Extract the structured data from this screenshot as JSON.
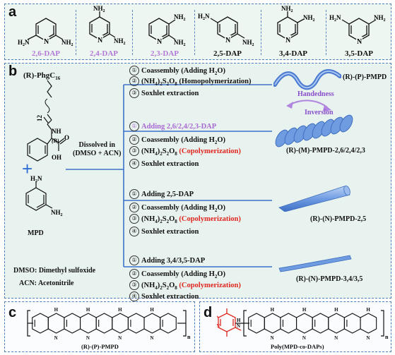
{
  "panel_a": {
    "letter": "a",
    "items": [
      {
        "label": "2,6-DAP",
        "highlight": true
      },
      {
        "label": "2,4-DAP",
        "highlight": true
      },
      {
        "label": "2,3-DAP",
        "highlight": true
      },
      {
        "label": "2,5-DAP",
        "highlight": false
      },
      {
        "label": "3,4-DAP",
        "highlight": false
      },
      {
        "label": "3,5-DAP",
        "highlight": false
      }
    ],
    "nh2": "NH",
    "n": "N",
    "sub2": "2"
  },
  "panel_b": {
    "letter": "b",
    "reagent_prefix": "(R)",
    "reagent_name": "-PhgC",
    "reagent_sub": "16",
    "chain_label": "12",
    "chiral_label": "(R)",
    "nh": "NH",
    "oh": "OH",
    "o": "O",
    "plus": "+",
    "mpd_label": "MPD",
    "dissolved_line1": "Dissolved in",
    "dissolved_line2": "(DMSO + ACN)",
    "dmso_def": "DMSO: Dimethyl sulfoxide",
    "acn_def": "ACN: Acetonitrile",
    "handedness": "Handedness",
    "inversion": "Inversion",
    "branch1": {
      "s1": "Coassembly (Adding H",
      "s1b": "O)",
      "s2a": "(NH",
      "s2b": ")",
      "s2c": "S",
      "s2d": "O",
      "s2e": " (Homopolymerization)",
      "s3": "Soxhlet extraction",
      "product": "(R)-(P)-PMPD"
    },
    "branch2": {
      "s1": "Adding 2,6/2,4/2,3-DAP",
      "s2": "Coassembly (Adding H",
      "s2b": "O)",
      "s3a": "(NH",
      "s3b": ")",
      "s3c": "S",
      "s3d": "O",
      "s3e": "(Copolymerization)",
      "s4": "Soxhlet extraction",
      "product": "(R)-(M)-PMPD-2,6/2,4/2,3"
    },
    "branch3": {
      "s1": "Adding 2,5-DAP",
      "s2": "Coassembly (Adding H",
      "s2b": "O)",
      "s3a": "(NH",
      "s3b": ")",
      "s3c": "S",
      "s3d": "O",
      "s3e": "(Copolymerization)",
      "s4": "Soxhlet extraction",
      "product": "(R)-(N)-PMPD-2,5"
    },
    "branch4": {
      "s1": "Adding 3,4/3,5-DAP",
      "s2": "Coassembly (Adding H",
      "s2b": "O)",
      "s3a": "(NH",
      "s3b": ")",
      "s3c": "S",
      "s3d": "O",
      "s3e": "(Copolymerization)",
      "s4": "Soxhlet extraction",
      "product": "(R)-(N)-PMPD-3,4/3,5"
    },
    "nums": [
      "①",
      "②",
      "③",
      "④"
    ]
  },
  "panel_c": {
    "letter": "c",
    "caption": "(R)-(P)-PMPD",
    "n": "n",
    "h": "H",
    "nn": "N"
  },
  "panel_d": {
    "letter": "d",
    "caption": "Poly(MPD-co-DAPs)",
    "n": "n",
    "h": "H",
    "nn": "N"
  },
  "colors": {
    "accent": "#4a7fc0",
    "red": "#e0261f",
    "purple": "#a86ad4",
    "helix": "#6f9be0"
  }
}
